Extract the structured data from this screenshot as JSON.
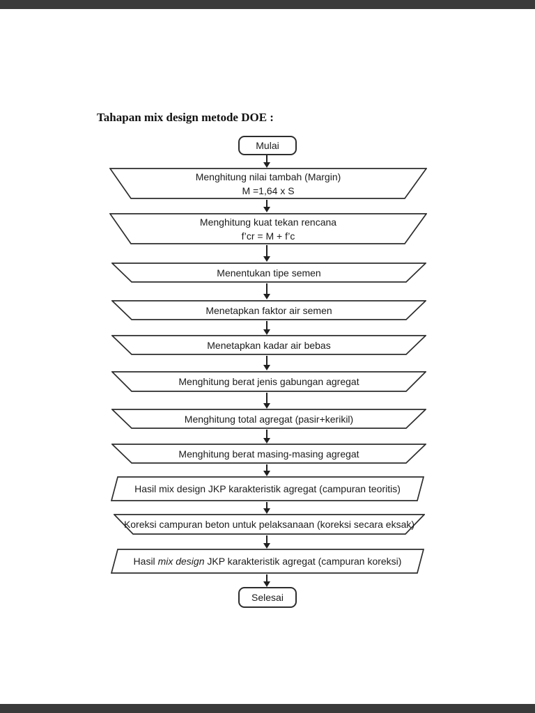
{
  "page": {
    "title": "Tahapan mix design metode DOE :",
    "colors": {
      "viewer_bar": "#3a3a3a",
      "background": "#ffffff",
      "shape_stroke": "#2d2d2d",
      "text": "#1b1b1b"
    }
  },
  "flowchart": {
    "nodes": [
      {
        "id": "start",
        "type": "terminator",
        "label": "Mulai"
      },
      {
        "id": "margin",
        "type": "trapezoid",
        "line1": "Menghitung nilai tambah (Margin)",
        "line2": "M =1,64 x S"
      },
      {
        "id": "kuat-tekan",
        "type": "trapezoid",
        "line1": "Menghitung kuat tekan rencana",
        "line2": "f’cr = M + f’c"
      },
      {
        "id": "tipe-semen",
        "type": "trapezoid",
        "label": "Menentukan tipe semen"
      },
      {
        "id": "faktor-air-semen",
        "type": "trapezoid",
        "label": "Menetapkan faktor air semen"
      },
      {
        "id": "kadar-air-bebas",
        "type": "trapezoid",
        "label": "Menetapkan kadar air bebas"
      },
      {
        "id": "berat-jenis",
        "type": "trapezoid",
        "label": "Menghitung berat jenis gabungan agregat"
      },
      {
        "id": "total-agregat",
        "type": "trapezoid",
        "label": "Menghitung total agregat (pasir+kerikil)"
      },
      {
        "id": "berat-masing",
        "type": "trapezoid",
        "label": "Menghitung berat masing-masing agregat"
      },
      {
        "id": "hasil-teoritis",
        "type": "parallelogram",
        "label": "Hasil mix design JKP karakteristik agregat (campuran teoritis)"
      },
      {
        "id": "koreksi-campuran",
        "type": "trapezoid",
        "label": "Koreksi campuran beton untuk pelaksanaan (koreksi secara eksak)"
      },
      {
        "id": "hasil-koreksi",
        "type": "parallelogram",
        "pre": "Hasil ",
        "italic": "mix design",
        "post": " JKP karakteristik agregat (campuran koreksi)"
      },
      {
        "id": "end",
        "type": "terminator",
        "label": "Selesai"
      }
    ]
  }
}
